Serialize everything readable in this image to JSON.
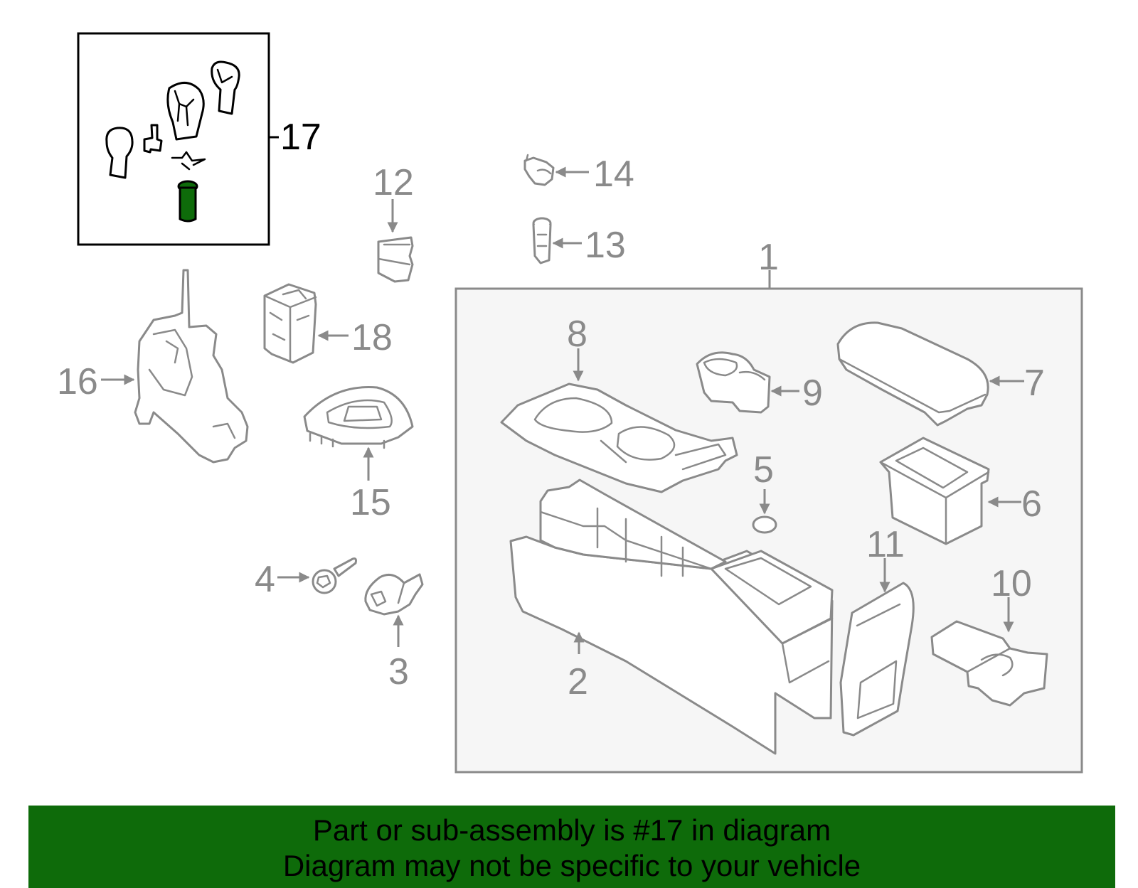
{
  "diagram": {
    "callouts": [
      "1",
      "2",
      "3",
      "4",
      "5",
      "6",
      "7",
      "8",
      "9",
      "10",
      "11",
      "12",
      "13",
      "14",
      "15",
      "16",
      "17",
      "18"
    ],
    "highlighted_part": "17",
    "colors": {
      "line": "#8a8a8a",
      "highlight": "#0e6b0a",
      "banner": "#0e6b0a",
      "inset_border": "#000000",
      "panel_bg": "#f6f6f6"
    }
  },
  "banner": {
    "line1": "Part or sub-assembly is #17 in diagram",
    "line2": "Diagram may not be specific to your vehicle"
  }
}
